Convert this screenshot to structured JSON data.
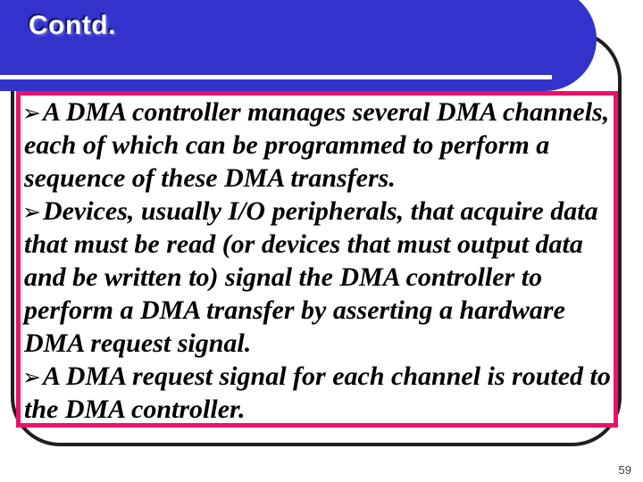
{
  "title": "Contd.",
  "page_number": "59",
  "colors": {
    "banner_blue": "#3333CC",
    "box_border_pink": "#EC116B",
    "frame_black": "#1f1f1f",
    "body_text": "#000000",
    "title_text": "#ffffff"
  },
  "content": {
    "lines": [
      {
        "bullet": "➢",
        "text": "A DMA controller manages several DMA channels,"
      },
      {
        "bullet": "",
        "text": "each of which can be programmed to perform a"
      },
      {
        "bullet": "",
        "text": "sequence of these DMA transfers."
      },
      {
        "bullet": "➢",
        "text": "Devices, usually I/O peripherals, that acquire data"
      },
      {
        "bullet": "",
        "text": "that must be read (or devices that must output data"
      },
      {
        "bullet": "",
        "text": "and be written to) signal the DMA controller to"
      },
      {
        "bullet": "",
        "text": "perform a DMA transfer by asserting a hardware"
      },
      {
        "bullet": "",
        "text": "DMA request signal."
      },
      {
        "bullet": "➢",
        "text": "A DMA request signal for each channel is routed to"
      },
      {
        "bullet": "",
        "text": "the DMA controller."
      }
    ]
  }
}
